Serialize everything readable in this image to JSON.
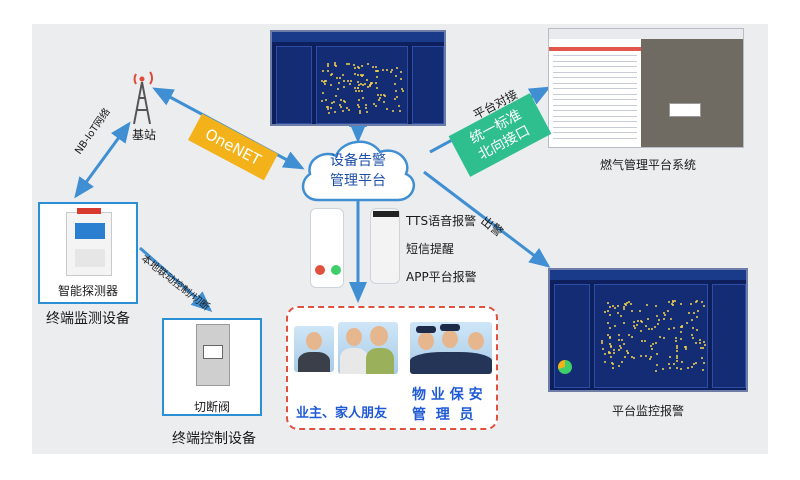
{
  "base_station": "基站",
  "nb_iot": "NB-IoT网络",
  "onenet": "OneNET",
  "cloud_line1": "设备告警",
  "cloud_line2": "管理平台",
  "platform_connect": "平台对接",
  "standard_line1": "统一标准",
  "standard_line2": "北向接口",
  "gas_platform": "燃气管理平台系统",
  "alarm_out": "出警",
  "monitor_alarm": "平台监控报警",
  "detector": "智能探测器",
  "terminal_monitor": "终端监测设备",
  "local_link": "本地联动控制/切断",
  "valve": "切断阀",
  "terminal_control": "终端控制设备",
  "tts": "TTS语音报警",
  "sms": "短信提醒",
  "app": "APP平台报警",
  "owner_group": "业主、家人朋友",
  "property_line1": "物 业 保 安",
  "property_line2": "管  理  员",
  "colors": {
    "accent_blue": "#2b8fd6",
    "onenet_orange": "#f3b21a",
    "standard_green": "#2fbf8e",
    "owner_blue": "#1f5ad6",
    "dashed_red": "#e0503f"
  }
}
